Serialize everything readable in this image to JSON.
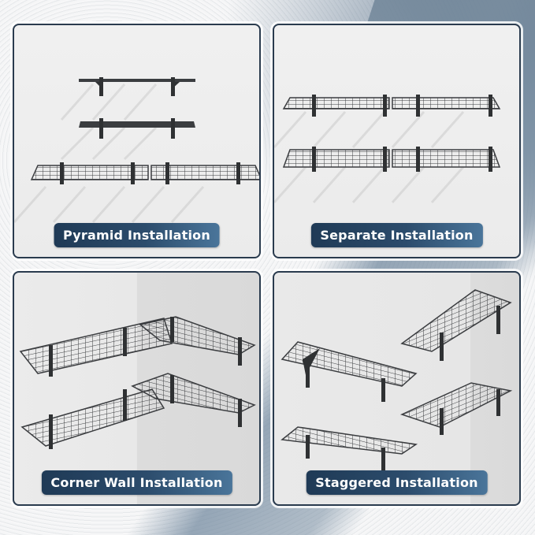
{
  "panels": [
    {
      "id": "pyramid",
      "label": "Pyramid Installation"
    },
    {
      "id": "separate",
      "label": "Separate Installation"
    },
    {
      "id": "corner",
      "label": "Corner Wall Installation"
    },
    {
      "id": "staggered",
      "label": "Staggered Installation"
    }
  ],
  "colors": {
    "panel_border": "#2a3b4e",
    "badge_gradient_start": "#1f3a56",
    "badge_gradient_end": "#4a759a",
    "badge_text": "#ffffff",
    "shelf_metal": "#3b3d40"
  }
}
